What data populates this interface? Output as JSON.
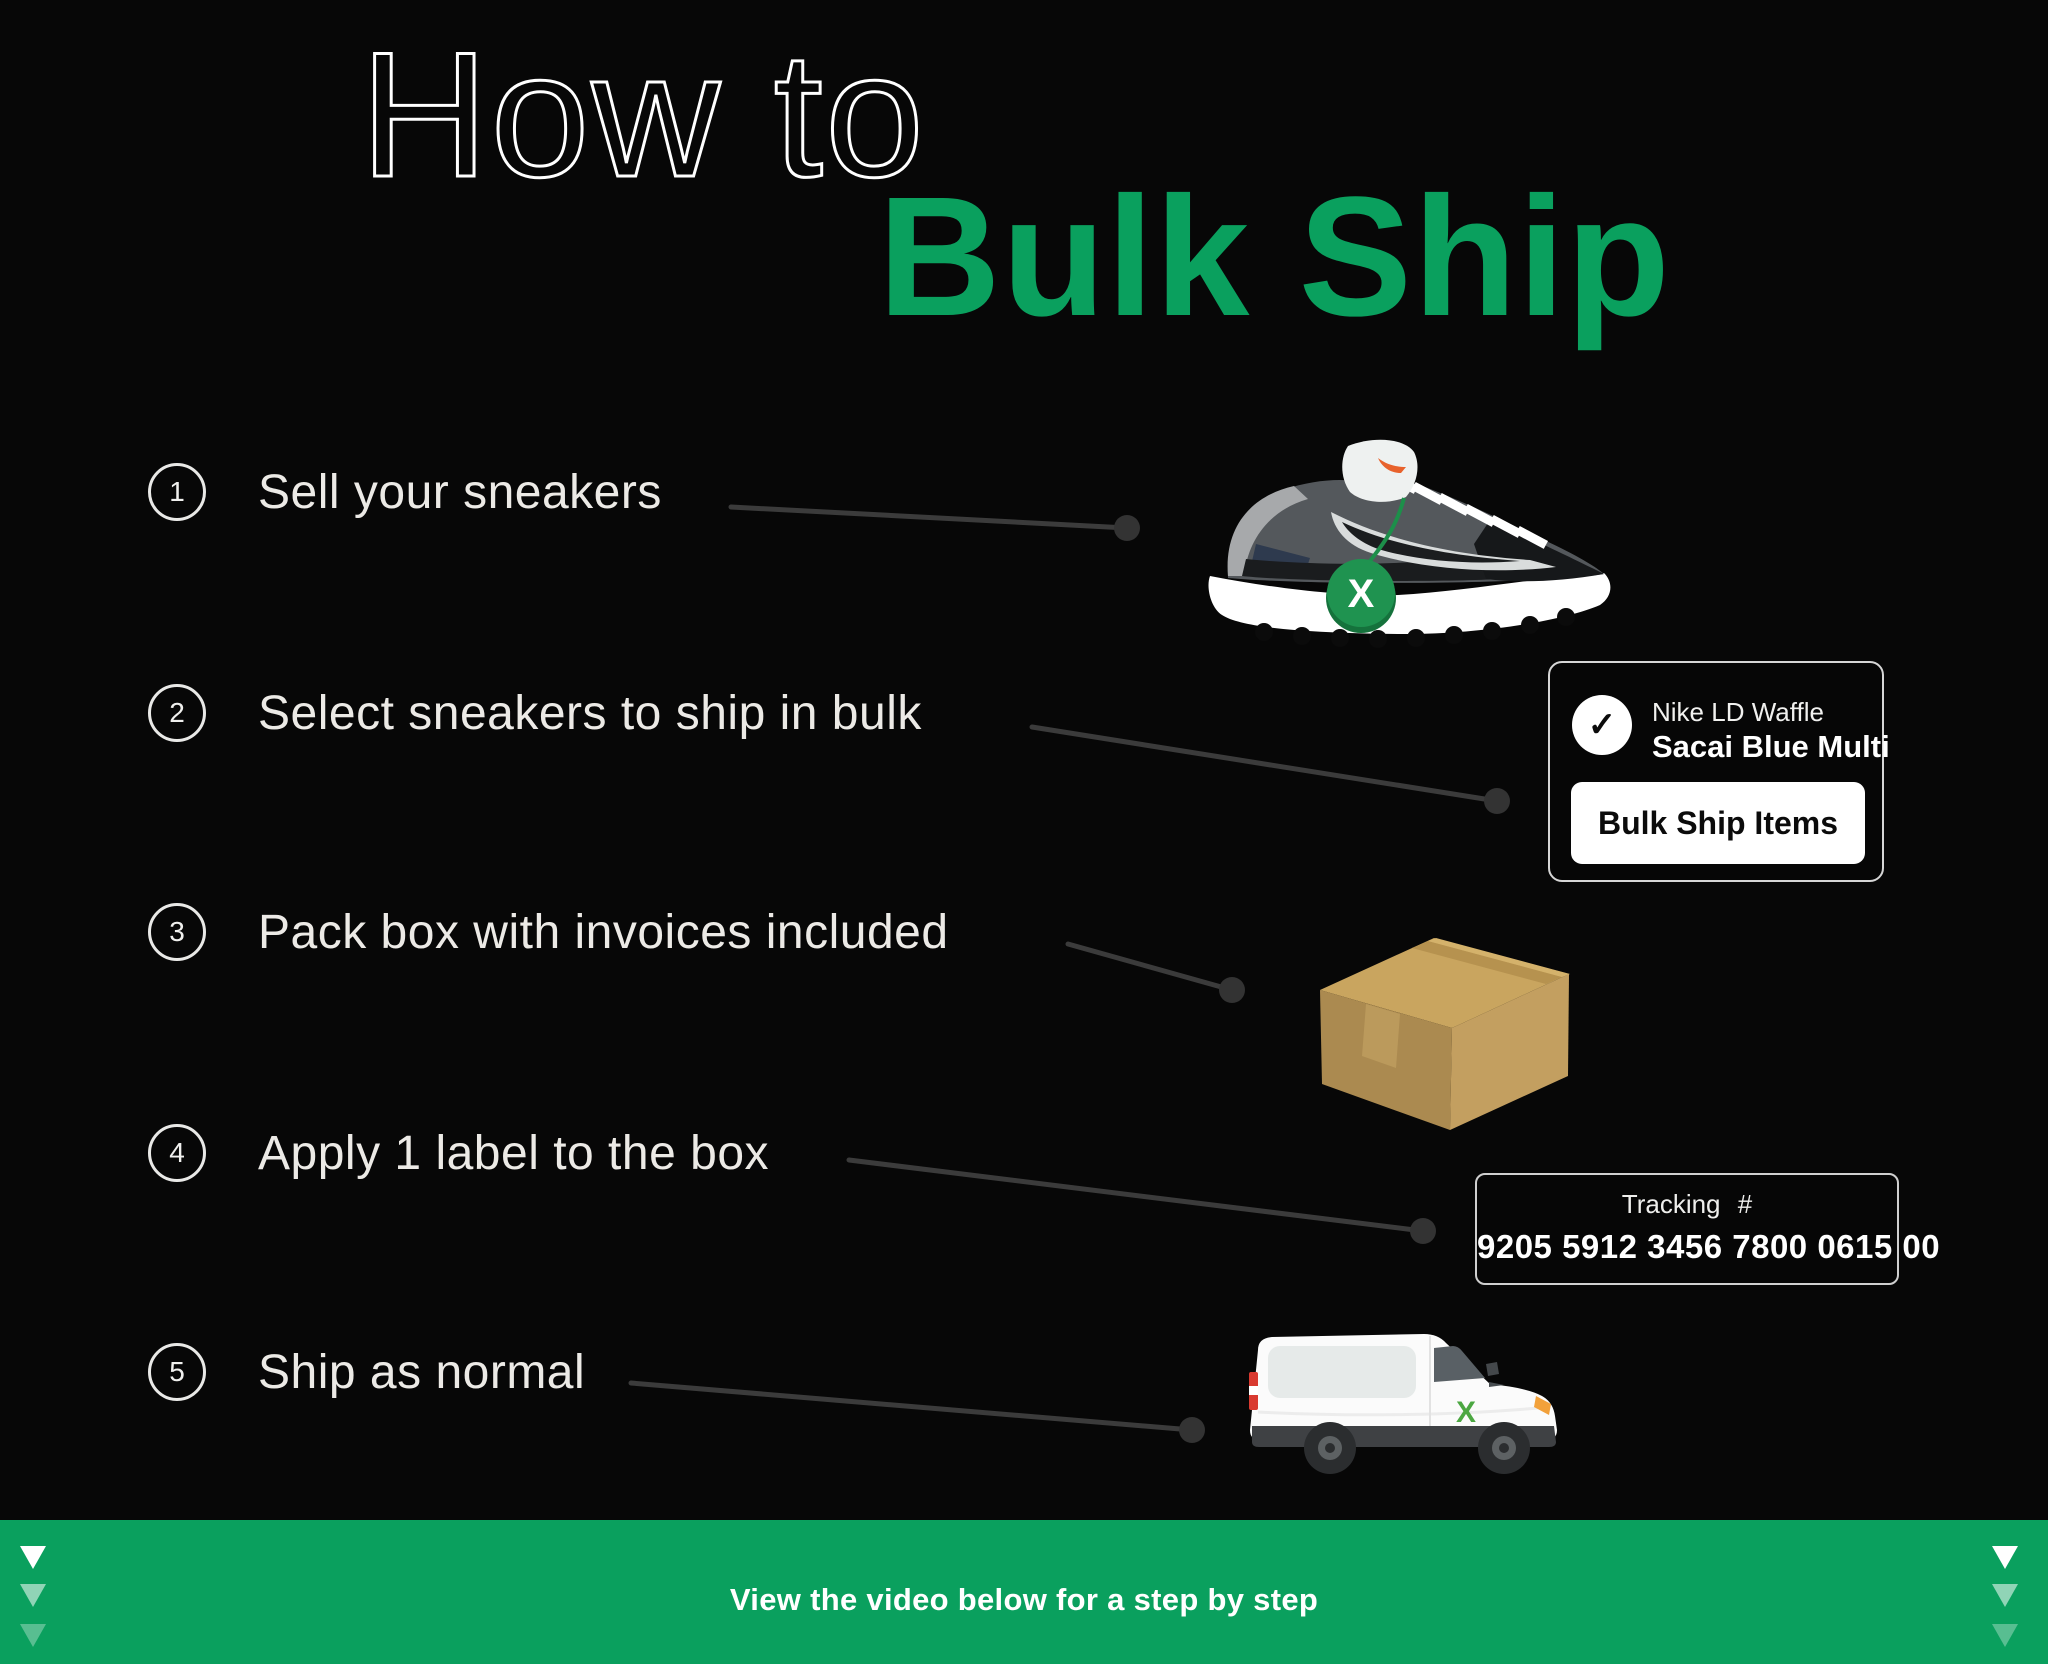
{
  "title": {
    "outline": "How to",
    "highlight": "Bulk Ship"
  },
  "steps": [
    {
      "number": "1",
      "label": "Sell your sneakers"
    },
    {
      "number": "2",
      "label": "Select sneakers to ship in bulk"
    },
    {
      "number": "3",
      "label": "Pack box with invoices included"
    },
    {
      "number": "4",
      "label": "Apply 1 label to the box"
    },
    {
      "number": "5",
      "label": "Ship as normal"
    }
  ],
  "product_card": {
    "check_icon": "✓",
    "product_line1": "Nike LD Waffle",
    "product_line2": "Sacai Blue Multi",
    "button_label": "Bulk Ship Items"
  },
  "tracking_card": {
    "label": "Tracking #",
    "number": "9205 5912 3456 7800 0615 00"
  },
  "illustrations": {
    "sneaker_tag_logo": "X",
    "van_logo": "X"
  },
  "footer": {
    "message": "View the video below for a step by step"
  },
  "colors": {
    "background": "#070707",
    "accent_green": "#0aa05e",
    "tag_green": "#1f9350",
    "text_light": "#eceae6",
    "connector_gray": "#3b3b3b",
    "card_border": "#d6d6d6",
    "box_tan": "#c9a55f",
    "van_white": "#fbfbfb"
  }
}
